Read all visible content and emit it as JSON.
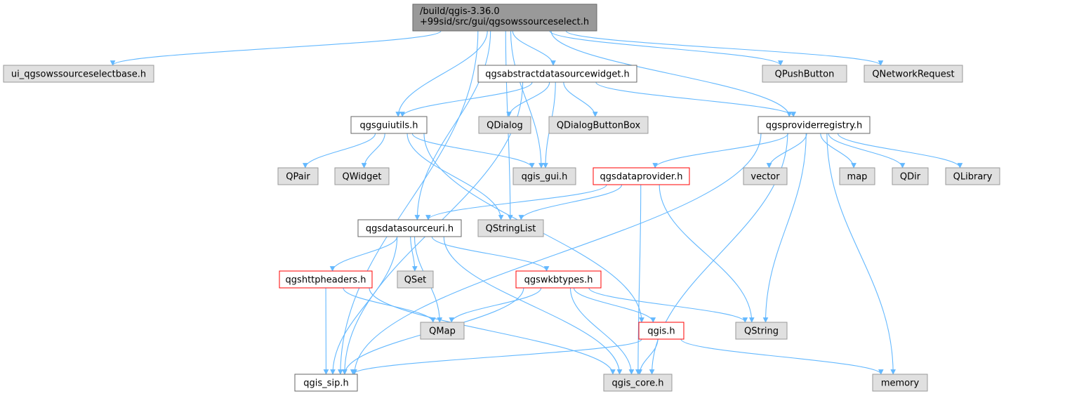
{
  "colors": {
    "root_fill": "#999999",
    "root_stroke": "#666666",
    "doc_fill": "#ffffff",
    "doc_stroke": "#666666",
    "missing_fill": "#e0e0e0",
    "missing_stroke": "#999999",
    "incomplete_stroke": "#ff0000",
    "edge": "#63b8ff"
  },
  "nodes": [
    {
      "id": "root",
      "kind": "root",
      "label": [
        "/build/qgis-3.36.0",
        "+99sid/src/gui/qgsowssourceselect.h"
      ]
    },
    {
      "id": "ui_qgsowssourceselectbase",
      "kind": "missing",
      "label": [
        "ui_qgsowssourceselectbase.h"
      ]
    },
    {
      "id": "qgsabstractdatasourcewidget",
      "kind": "doc",
      "label": [
        "qgsabstractdatasourcewidget.h"
      ]
    },
    {
      "id": "QPushButton",
      "kind": "missing",
      "label": [
        "QPushButton"
      ]
    },
    {
      "id": "QNetworkRequest",
      "kind": "missing",
      "label": [
        "QNetworkRequest"
      ]
    },
    {
      "id": "qgsguiutils",
      "kind": "doc",
      "label": [
        "qgsguiutils.h"
      ]
    },
    {
      "id": "QDialog",
      "kind": "missing",
      "label": [
        "QDialog"
      ]
    },
    {
      "id": "QDialogButtonBox",
      "kind": "missing",
      "label": [
        "QDialogButtonBox"
      ]
    },
    {
      "id": "qgsproviderregistry",
      "kind": "doc",
      "label": [
        "qgsproviderregistry.h"
      ]
    },
    {
      "id": "QPair",
      "kind": "missing",
      "label": [
        "QPair"
      ]
    },
    {
      "id": "QWidget",
      "kind": "missing",
      "label": [
        "QWidget"
      ]
    },
    {
      "id": "qgis_gui",
      "kind": "missing",
      "label": [
        "qgis_gui.h"
      ]
    },
    {
      "id": "qgsdataprovider",
      "kind": "incomplete",
      "label": [
        "qgsdataprovider.h"
      ]
    },
    {
      "id": "vector",
      "kind": "missing",
      "label": [
        "vector"
      ]
    },
    {
      "id": "map",
      "kind": "missing",
      "label": [
        "map"
      ]
    },
    {
      "id": "QDir",
      "kind": "missing",
      "label": [
        "QDir"
      ]
    },
    {
      "id": "QLibrary",
      "kind": "missing",
      "label": [
        "QLibrary"
      ]
    },
    {
      "id": "qgsdatasourceuri",
      "kind": "doc",
      "label": [
        "qgsdatasourceuri.h"
      ]
    },
    {
      "id": "QStringList",
      "kind": "missing",
      "label": [
        "QStringList"
      ]
    },
    {
      "id": "qgshttpheaders",
      "kind": "incomplete",
      "label": [
        "qgshttpheaders.h"
      ]
    },
    {
      "id": "QSet",
      "kind": "missing",
      "label": [
        "QSet"
      ]
    },
    {
      "id": "qgswkbtypes",
      "kind": "incomplete",
      "label": [
        "qgswkbtypes.h"
      ]
    },
    {
      "id": "QMap",
      "kind": "missing",
      "label": [
        "QMap"
      ]
    },
    {
      "id": "qgis",
      "kind": "incomplete",
      "label": [
        "qgis.h"
      ]
    },
    {
      "id": "QString",
      "kind": "missing",
      "label": [
        "QString"
      ]
    },
    {
      "id": "qgis_sip",
      "kind": "doc",
      "label": [
        "qgis_sip.h"
      ]
    },
    {
      "id": "qgis_core",
      "kind": "missing",
      "label": [
        "qgis_core.h"
      ]
    },
    {
      "id": "memory",
      "kind": "missing",
      "label": [
        "memory"
      ]
    }
  ],
  "edges": [
    [
      "root",
      "ui_qgsowssourceselectbase"
    ],
    [
      "root",
      "qgsabstractdatasourcewidget"
    ],
    [
      "root",
      "QPushButton"
    ],
    [
      "root",
      "QNetworkRequest"
    ],
    [
      "root",
      "qgsguiutils"
    ],
    [
      "root",
      "qgsproviderregistry"
    ],
    [
      "root",
      "qgis_gui"
    ],
    [
      "root",
      "qgsdatasourceuri"
    ],
    [
      "root",
      "QStringList"
    ],
    [
      "root",
      "qgis_sip"
    ],
    [
      "qgsabstractdatasourcewidget",
      "qgsguiutils"
    ],
    [
      "qgsabstractdatasourcewidget",
      "QDialog"
    ],
    [
      "qgsabstractdatasourcewidget",
      "QDialogButtonBox"
    ],
    [
      "qgsabstractdatasourcewidget",
      "qgsproviderregistry"
    ],
    [
      "qgsabstractdatasourcewidget",
      "qgis_gui"
    ],
    [
      "qgsabstractdatasourcewidget",
      "qgis_sip"
    ],
    [
      "qgsguiutils",
      "QPair"
    ],
    [
      "qgsguiutils",
      "QWidget"
    ],
    [
      "qgsguiutils",
      "qgis_gui"
    ],
    [
      "qgsguiutils",
      "QStringList"
    ],
    [
      "qgsguiutils",
      "qgis"
    ],
    [
      "qgsproviderregistry",
      "qgsdataprovider"
    ],
    [
      "qgsproviderregistry",
      "vector"
    ],
    [
      "qgsproviderregistry",
      "map"
    ],
    [
      "qgsproviderregistry",
      "QDir"
    ],
    [
      "qgsproviderregistry",
      "QLibrary"
    ],
    [
      "qgsproviderregistry",
      "QString"
    ],
    [
      "qgsproviderregistry",
      "qgis_sip"
    ],
    [
      "qgsproviderregistry",
      "qgis_core"
    ],
    [
      "qgsproviderregistry",
      "memory"
    ],
    [
      "qgsdataprovider",
      "qgsdatasourceuri"
    ],
    [
      "qgsdataprovider",
      "QStringList"
    ],
    [
      "qgsdataprovider",
      "QString"
    ],
    [
      "qgsdataprovider",
      "qgis_core"
    ],
    [
      "qgsdatasourceuri",
      "qgshttpheaders"
    ],
    [
      "qgsdatasourceuri",
      "QSet"
    ],
    [
      "qgsdatasourceuri",
      "qgswkbtypes"
    ],
    [
      "qgsdatasourceuri",
      "QMap"
    ],
    [
      "qgsdatasourceuri",
      "qgis_sip"
    ],
    [
      "qgsdatasourceuri",
      "qgis_core"
    ],
    [
      "qgshttpheaders",
      "QMap"
    ],
    [
      "qgshttpheaders",
      "qgis_sip"
    ],
    [
      "qgshttpheaders",
      "qgis_core"
    ],
    [
      "qgswkbtypes",
      "QMap"
    ],
    [
      "qgswkbtypes",
      "qgis"
    ],
    [
      "qgswkbtypes",
      "QString"
    ],
    [
      "qgswkbtypes",
      "qgis_sip"
    ],
    [
      "qgswkbtypes",
      "qgis_core"
    ],
    [
      "qgis",
      "qgis_sip"
    ],
    [
      "qgis",
      "qgis_core"
    ],
    [
      "qgis",
      "memory"
    ]
  ]
}
